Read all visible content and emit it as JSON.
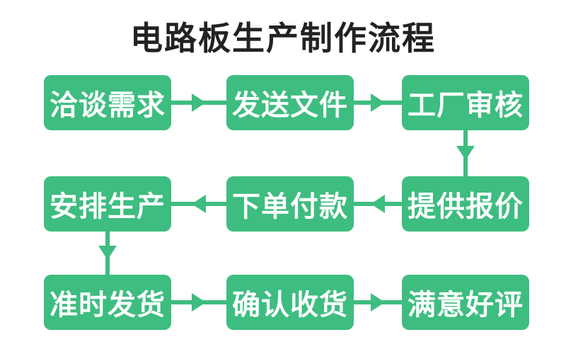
{
  "title": "电路板生产制作流程",
  "colors": {
    "accent_green": "#3ebd80",
    "box_text": "#ffffff",
    "title_text": "#222222",
    "background": "#ffffff"
  },
  "flow": {
    "rows": [
      {
        "direction": "right",
        "steps": [
          "洽谈需求",
          "发送文件",
          "工厂审核"
        ]
      },
      {
        "direction": "left",
        "steps": [
          "安排生产",
          "下单付款",
          "提供报价"
        ]
      },
      {
        "direction": "right",
        "steps": [
          "准时发货",
          "确认收货",
          "满意好评"
        ]
      }
    ],
    "connectors": [
      {
        "from": "洽谈需求",
        "to": "发送文件",
        "direction": "right"
      },
      {
        "from": "发送文件",
        "to": "工厂审核",
        "direction": "right"
      },
      {
        "from": "工厂审核",
        "to": "提供报价",
        "direction": "down"
      },
      {
        "from": "提供报价",
        "to": "下单付款",
        "direction": "left"
      },
      {
        "from": "下单付款",
        "to": "安排生产",
        "direction": "left"
      },
      {
        "from": "安排生产",
        "to": "准时发货",
        "direction": "down"
      },
      {
        "from": "准时发货",
        "to": "确认收货",
        "direction": "right"
      },
      {
        "from": "确认收货",
        "to": "满意好评",
        "direction": "right"
      }
    ]
  }
}
